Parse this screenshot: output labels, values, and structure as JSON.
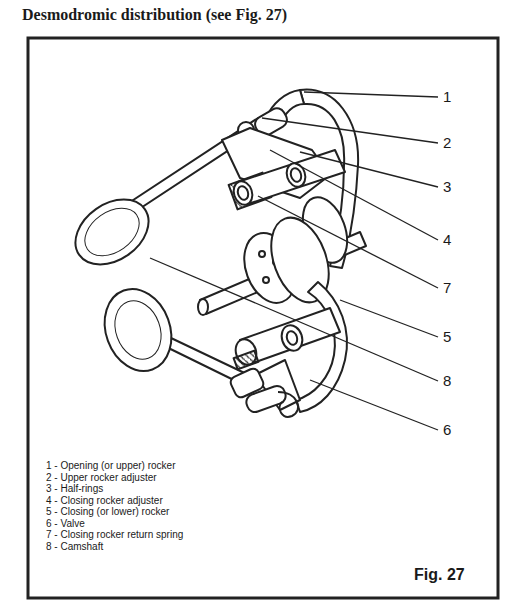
{
  "diagram": {
    "title": "Desmodromic distribution (see Fig. 27)",
    "caption": "Fig. 27",
    "labels": [
      "1",
      "2",
      "3",
      "4",
      "7",
      "5",
      "8",
      "6",
      "1 - Opening (or upper) rocker",
      "2 - Upper rocker adjuster",
      "3 - Half-rings",
      "4 - Closing rocker adjuster",
      "5 - Closing (or lower) rocker",
      "6 - Valve",
      "7 - Closing rocker return spring",
      "8 - Camshaft"
    ]
  }
}
